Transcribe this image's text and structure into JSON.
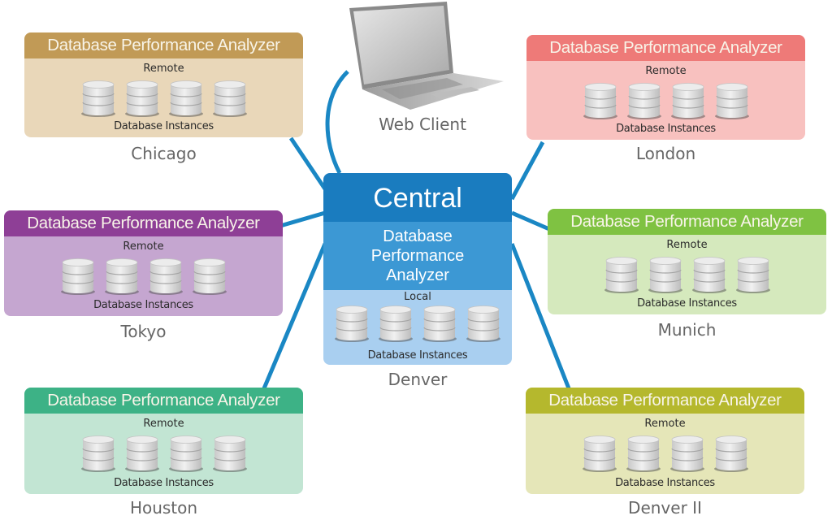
{
  "central": {
    "title": "Central",
    "subtitle_lines": [
      "Database",
      "Performance",
      "Analyzer"
    ],
    "instances_type": "Local",
    "instances_label": "Database Instances",
    "instance_count": 4,
    "city": "Denver",
    "colors": {
      "title_bg": "#1a7cbf",
      "subtitle_bg": "#3c98d4",
      "body_bg": "#a9cff0"
    }
  },
  "web_client": {
    "label": "Web Client",
    "icon": "laptop-icon"
  },
  "connector_color": "#1a87c4",
  "remote_sites": [
    {
      "id": "chicago",
      "header": "Database Performance Analyzer",
      "instances_type": "Remote",
      "instances_label": "Database Instances",
      "instance_count": 4,
      "city": "Chicago",
      "header_color": "#c19a56",
      "body_color": "#e9d7b9"
    },
    {
      "id": "london",
      "header": "Database Performance Analyzer",
      "instances_type": "Remote",
      "instances_label": "Database Instances",
      "instance_count": 4,
      "city": "London",
      "header_color": "#ee7a78",
      "body_color": "#f8c1bf"
    },
    {
      "id": "tokyo",
      "header": "Database Performance Analyzer",
      "instances_type": "Remote",
      "instances_label": "Database Instances",
      "instance_count": 4,
      "city": "Tokyo",
      "header_color": "#8e3f96",
      "body_color": "#c5a6d0"
    },
    {
      "id": "munich",
      "header": "Database Performance Analyzer",
      "instances_type": "Remote",
      "instances_label": "Database Instances",
      "instance_count": 4,
      "city": "Munich",
      "header_color": "#7fc242",
      "body_color": "#d5e9bd"
    },
    {
      "id": "houston",
      "header": "Database Performance Analyzer",
      "instances_type": "Remote",
      "instances_label": "Database Instances",
      "instance_count": 4,
      "city": "Houston",
      "header_color": "#3db286",
      "body_color": "#c2e5d3"
    },
    {
      "id": "denver-ii",
      "header": "Database Performance Analyzer",
      "instances_type": "Remote",
      "instances_label": "Database Instances",
      "instance_count": 4,
      "city": "Denver II",
      "header_color": "#b5b82d",
      "body_color": "#e5e6b8"
    }
  ]
}
